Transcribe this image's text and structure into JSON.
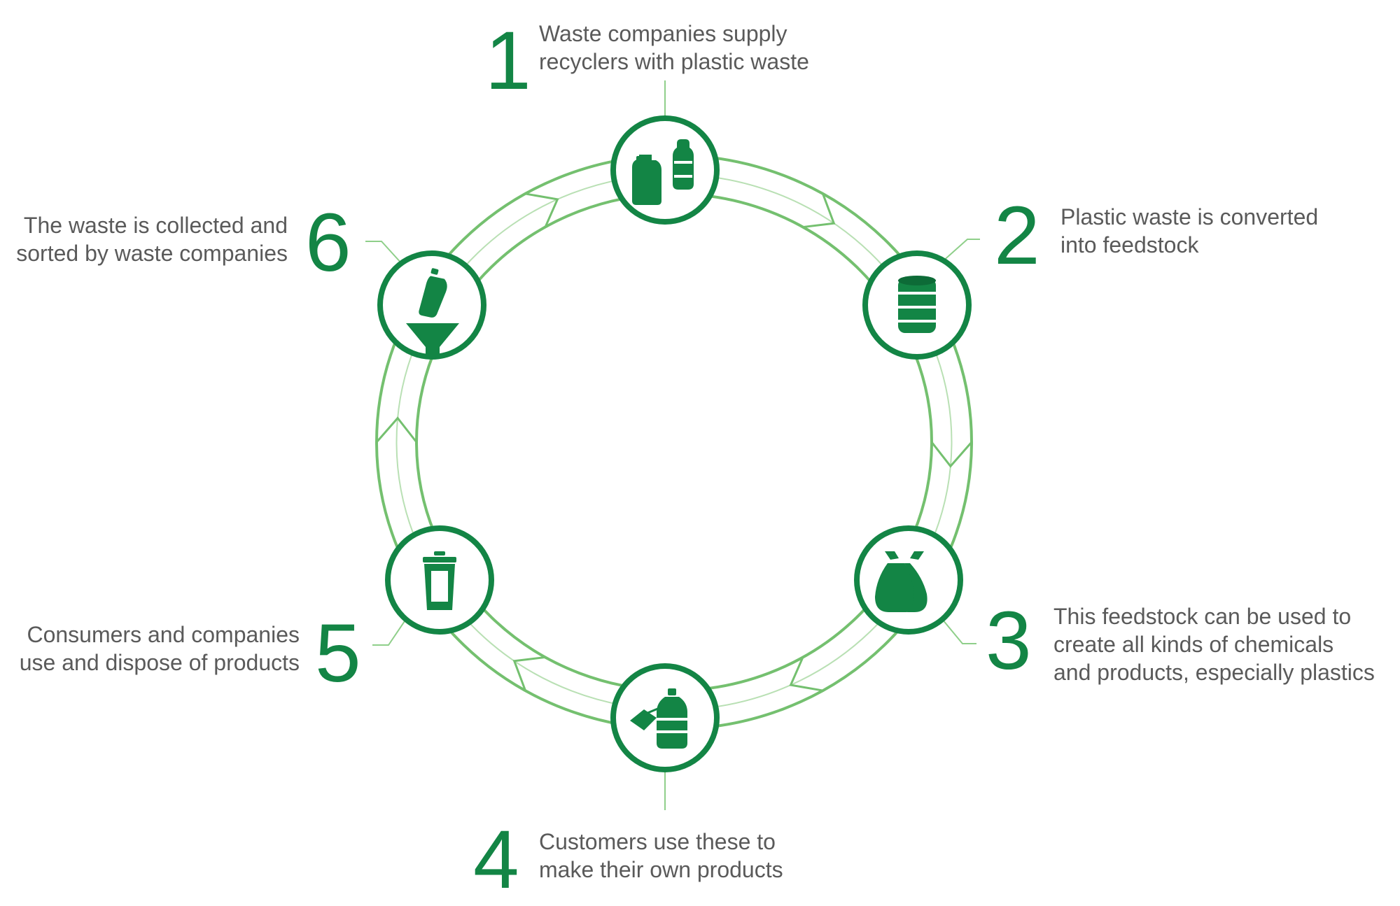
{
  "colors": {
    "primary_green": "#138545",
    "light_green": "#74c06f",
    "text_gray": "#5a5a5a",
    "background": "#ffffff"
  },
  "steps": [
    {
      "number": "1",
      "icon": "plastic-bottles-icon",
      "lines": [
        "Waste companies supply",
        "recyclers with plastic waste"
      ]
    },
    {
      "number": "2",
      "icon": "oil-barrel-icon",
      "lines": [
        "Plastic waste is converted",
        "into feedstock"
      ]
    },
    {
      "number": "3",
      "icon": "garbage-bags-icon",
      "lines": [
        "This feedstock can be used to",
        "create all kinds of chemicals",
        "and products, especially plastics"
      ]
    },
    {
      "number": "4",
      "icon": "bottle-with-tag-icon",
      "lines": [
        "Customers use these to",
        "make their own products"
      ]
    },
    {
      "number": "5",
      "icon": "trash-bin-icon",
      "lines": [
        "Consumers and companies",
        "use and dispose of products"
      ]
    },
    {
      "number": "6",
      "icon": "bottle-funnel-icon",
      "lines": [
        "The waste is collected and",
        "sorted by waste companies"
      ]
    }
  ]
}
